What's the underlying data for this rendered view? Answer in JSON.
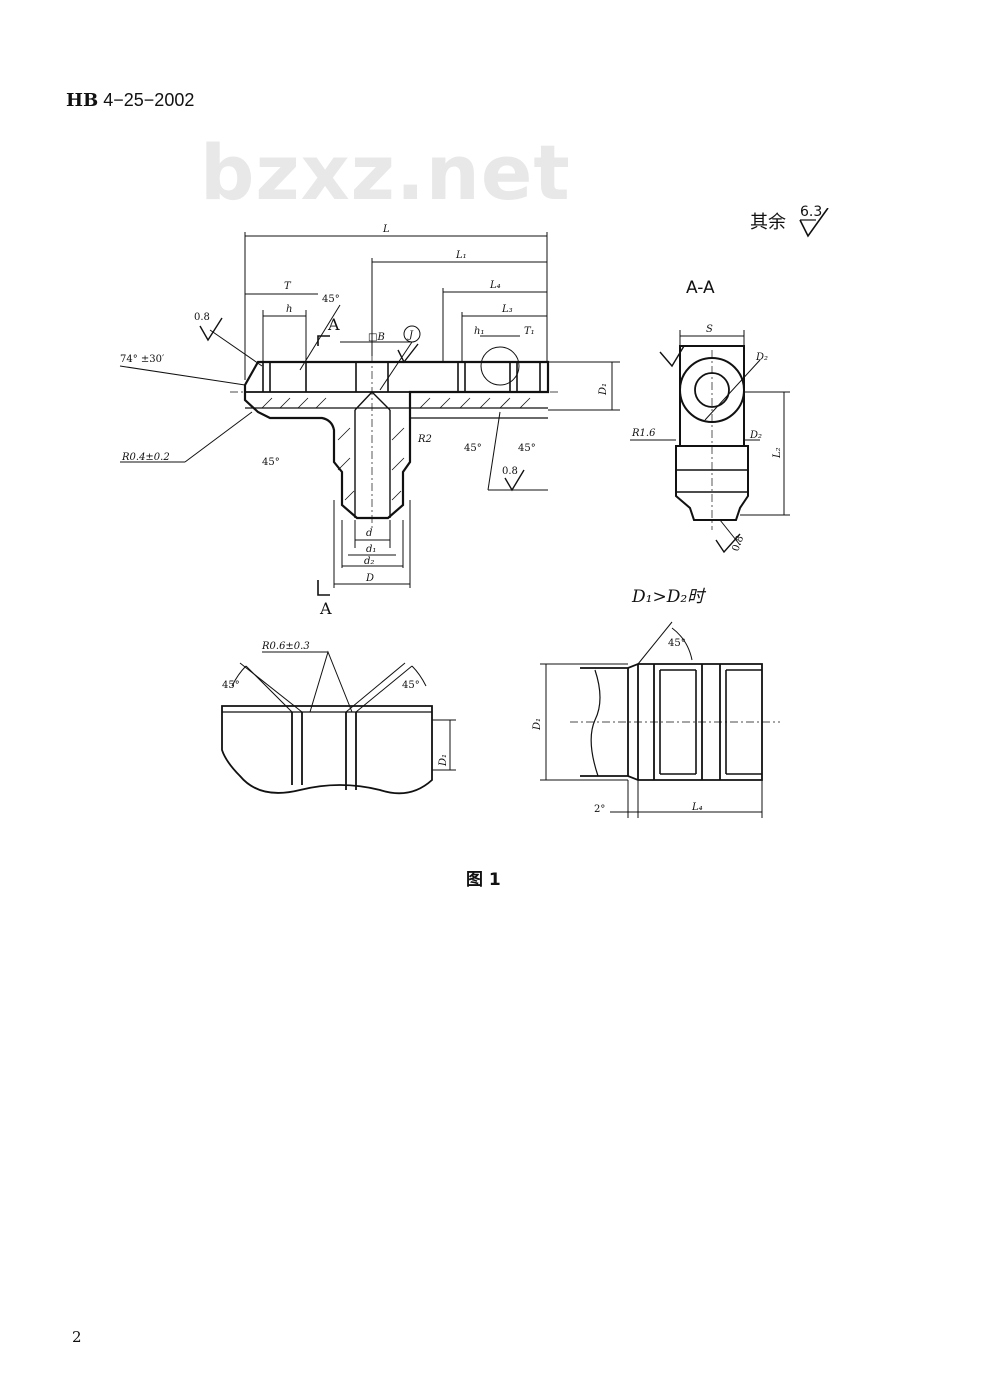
{
  "header": {
    "standard_prefix": "HB",
    "standard_number": "4−25−2002"
  },
  "watermark": "bzxz.net",
  "roughness_note": {
    "label": "其余",
    "value": "6.3"
  },
  "section_title": "A-A",
  "condition_title": "D₁>D₂时",
  "caption": "图 1",
  "page_number": "2",
  "dims": {
    "L": "L",
    "L1": "L₁",
    "L4": "L₄",
    "L3": "L₃",
    "T": "T",
    "h": "h",
    "h1": "h₁",
    "T1": "T₁",
    "B": "□B",
    "J": "J",
    "D1": "D₁",
    "d": "d",
    "d1": "d₁",
    "d2": "d₂",
    "D": "D",
    "S": "S",
    "D2": "D₂",
    "L2": "L₂",
    "angle45": "45°",
    "angle74": "74° ±30′",
    "r04": "R0.4±0.2",
    "r06": "R0.6±0.3",
    "r16": "R1.6",
    "R2": "R2",
    "ra08": "0.8",
    "sectionA": "A",
    "two_deg": "2°",
    "detail_L4": "L₄"
  }
}
